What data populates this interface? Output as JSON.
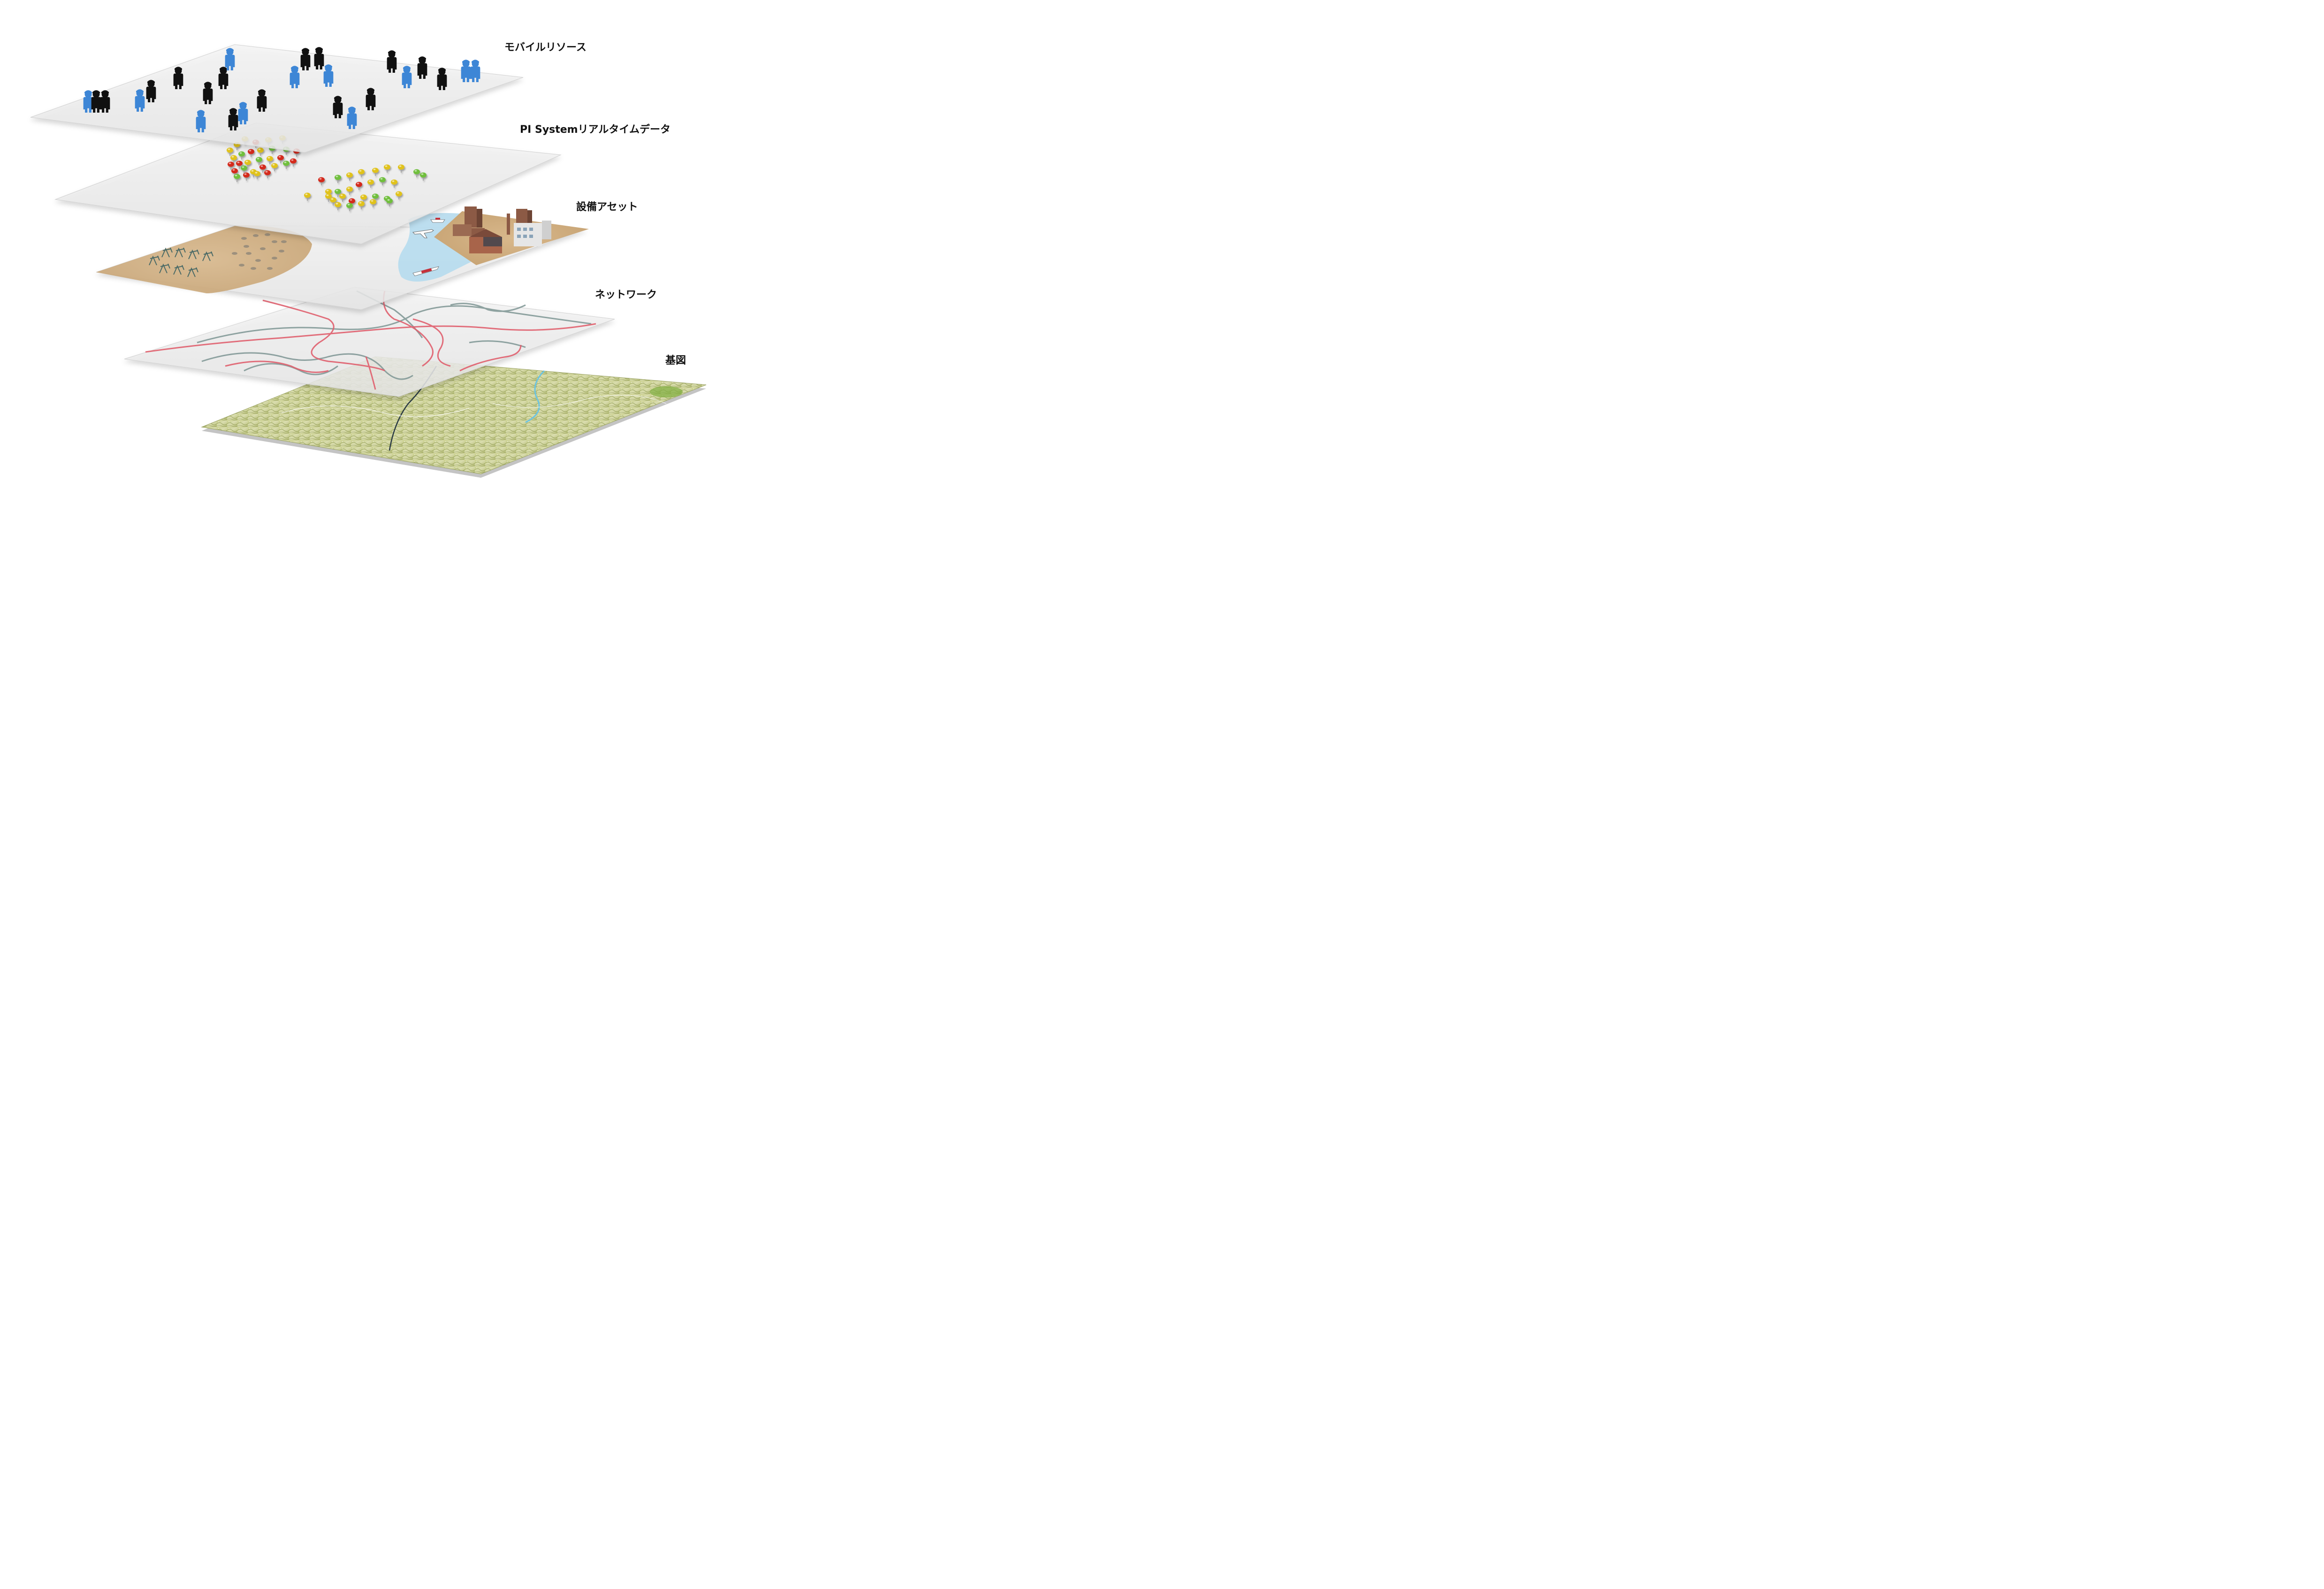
{
  "layers": [
    {
      "id": "mobile",
      "label": "モバイルリソース"
    },
    {
      "id": "pi",
      "label": "PI Systemリアルタイムデータ"
    },
    {
      "id": "assets",
      "label": "設備アセット"
    },
    {
      "id": "network",
      "label": "ネットワーク"
    },
    {
      "id": "basemap",
      "label": "基図"
    }
  ],
  "colors": {
    "person_black": "#111111",
    "person_blue": "#3d86d6",
    "pin_red": "#d42a1e",
    "pin_yellow": "#e0c21c",
    "pin_green": "#6fbf3c",
    "sand": "#cfae7f",
    "water": "#b8dcee",
    "network_red": "#e0606e",
    "network_gray": "#7d9593",
    "map_green": "#a7b866"
  }
}
